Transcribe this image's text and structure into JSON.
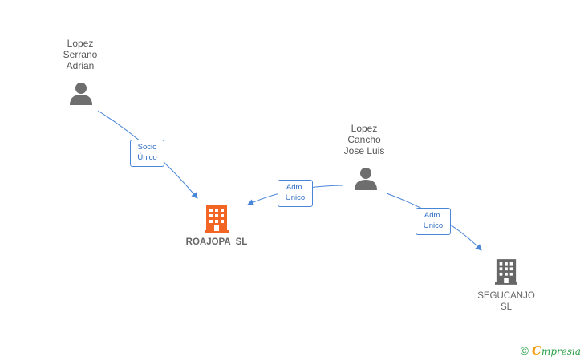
{
  "nodes": {
    "person1": {
      "name_lines": [
        "Lopez",
        "Serrano",
        "Adrian"
      ]
    },
    "person2": {
      "name_lines": [
        "Lopez",
        "Cancho",
        "Jose Luis"
      ]
    },
    "company1": {
      "name": "ROAJOPA  SL",
      "color": "#f26522"
    },
    "company2": {
      "name_lines": [
        "SEGUCANJO",
        "SL"
      ],
      "color": "#666666"
    }
  },
  "edges": {
    "e1": {
      "label_lines": [
        "Socio",
        "Único"
      ]
    },
    "e2": {
      "label_lines": [
        "Adm.",
        "Unico"
      ]
    },
    "e3": {
      "label_lines": [
        "Adm.",
        "Unico"
      ]
    }
  },
  "colors": {
    "edge": "#4a86d8",
    "person_icon": "#6e6e6e"
  },
  "footer": {
    "copyright": "©",
    "brand_first": "C",
    "brand_rest": "mpresia"
  }
}
